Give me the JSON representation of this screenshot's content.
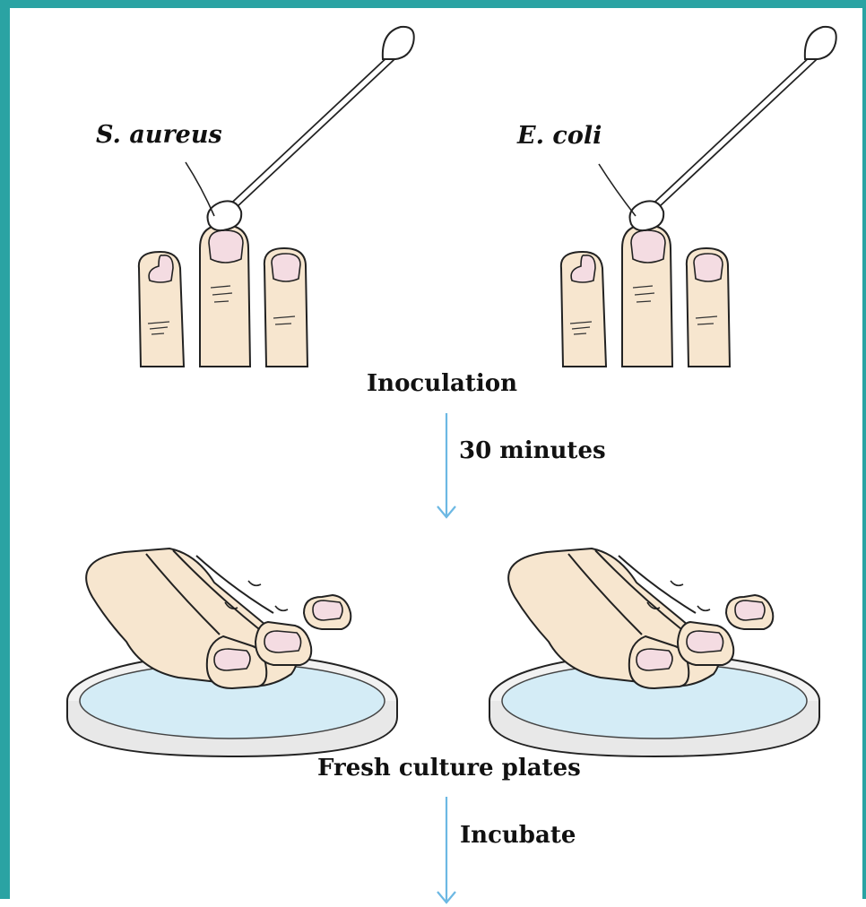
{
  "labels": {
    "left_bacteria": "S. aureus",
    "right_bacteria": "E. coli",
    "step1": "Inoculation",
    "time": "30 minutes",
    "step2": "Fresh culture plates",
    "step3": "Incubate"
  },
  "colors": {
    "frame": "#2aa3a3",
    "skin": "#f7e6cf",
    "nail": "#f4dce2",
    "agar": "#d4ecf6",
    "arrow": "#6cb8e3"
  },
  "icons": [
    "cotton-swab-icon",
    "fingers-icon",
    "hand-icon",
    "petri-dish-icon",
    "down-arrow-icon"
  ]
}
